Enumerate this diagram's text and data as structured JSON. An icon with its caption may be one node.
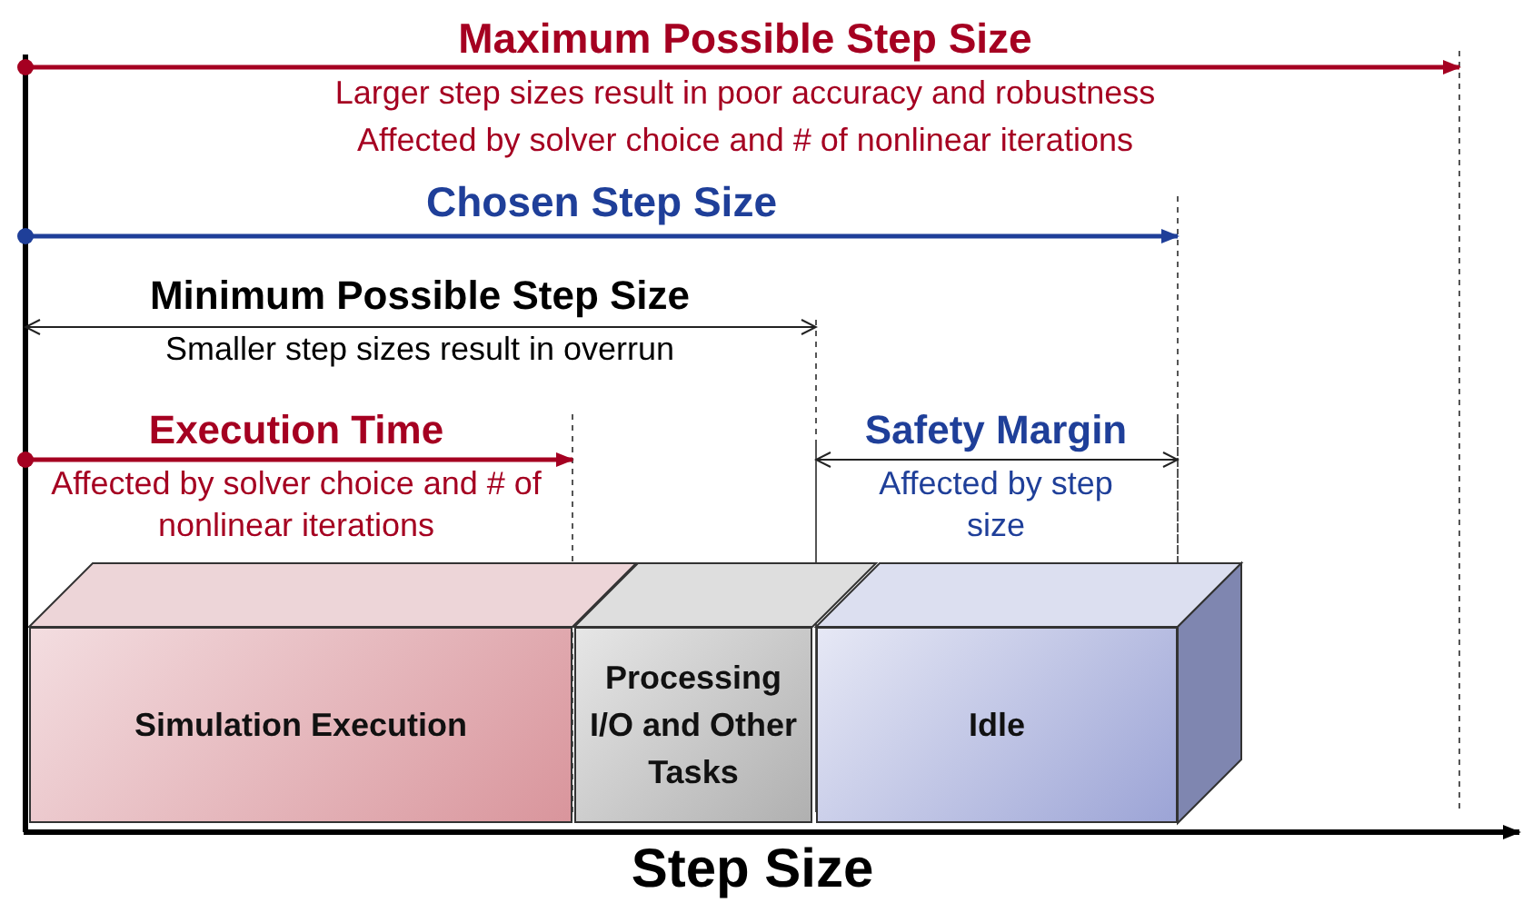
{
  "diagram": {
    "nodes": [
      {
        "text": [
          "Simulation Execution"
        ]
      },
      {
        "text": [
          "Processing I/O and Other Tasks"
        ]
      },
      {
        "text": [
          "Idle"
        ]
      }
    ],
    "labels": [
      "Maximum Possible Step Size",
      "Larger step sizes result in poor accuracy and robustness",
      "Affected by solver choice and # of nonlinear iterations",
      "Chosen Step Size",
      "Minimum Possible Step Size",
      "Smaller step sizes result in overrun",
      "Execution Time",
      "Safety Margin",
      "Affected by solver choice and # of nonlinear iterations",
      "Affected by step size",
      "Step Size"
    ]
  }
}
